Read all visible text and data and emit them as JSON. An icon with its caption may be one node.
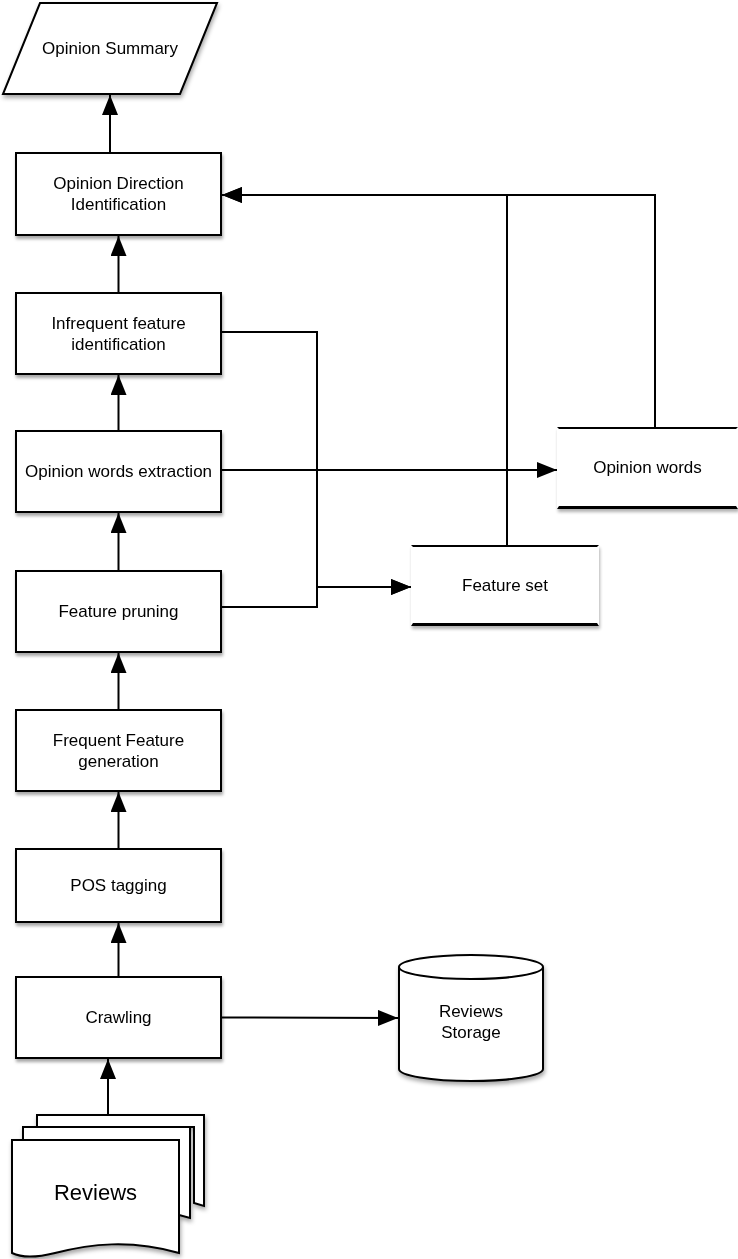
{
  "diagram": {
    "nodes": [
      {
        "text": [
          "Opinion Summary"
        ]
      },
      {
        "text": [
          "Opinion Direction Identification"
        ]
      },
      {
        "text": [
          "Infrequent feature identification"
        ]
      },
      {
        "text": [
          "Opinion words extraction"
        ]
      },
      {
        "text": [
          "Feature pruning"
        ]
      },
      {
        "text": [
          "Frequent Feature generation"
        ]
      },
      {
        "text": [
          "POS tagging"
        ]
      },
      {
        "text": [
          "Crawling"
        ]
      },
      {
        "text": [
          "Reviews"
        ]
      },
      {
        "text": [
          "Opinion words"
        ]
      },
      {
        "text": [
          "Feature set"
        ]
      },
      {
        "text": [
          "Reviews Storage"
        ]
      }
    ],
    "edges": [
      {
        "from": 1,
        "to": 0,
        "arrow": "to"
      },
      {
        "from": 2,
        "to": 1,
        "arrow": "to"
      },
      {
        "from": 3,
        "to": 2,
        "arrow": "to"
      },
      {
        "from": 4,
        "to": 3,
        "arrow": "to"
      },
      {
        "from": 5,
        "to": 4,
        "arrow": "to"
      },
      {
        "from": 6,
        "to": 5,
        "arrow": "to"
      },
      {
        "from": 7,
        "to": 6,
        "arrow": "to"
      },
      {
        "from": 8,
        "to": 7,
        "arrow": "to"
      },
      {
        "from": 7,
        "to": 11,
        "arrow": "to"
      },
      {
        "from": 3,
        "to": 9,
        "arrow": "to"
      },
      {
        "from": 2,
        "to": 10,
        "arrow": "to"
      },
      {
        "from": 4,
        "to": 10,
        "arrow": "to"
      },
      {
        "from": 10,
        "to": 1,
        "arrow": "to"
      },
      {
        "from": 9,
        "to": 1,
        "arrow": "to"
      }
    ]
  }
}
